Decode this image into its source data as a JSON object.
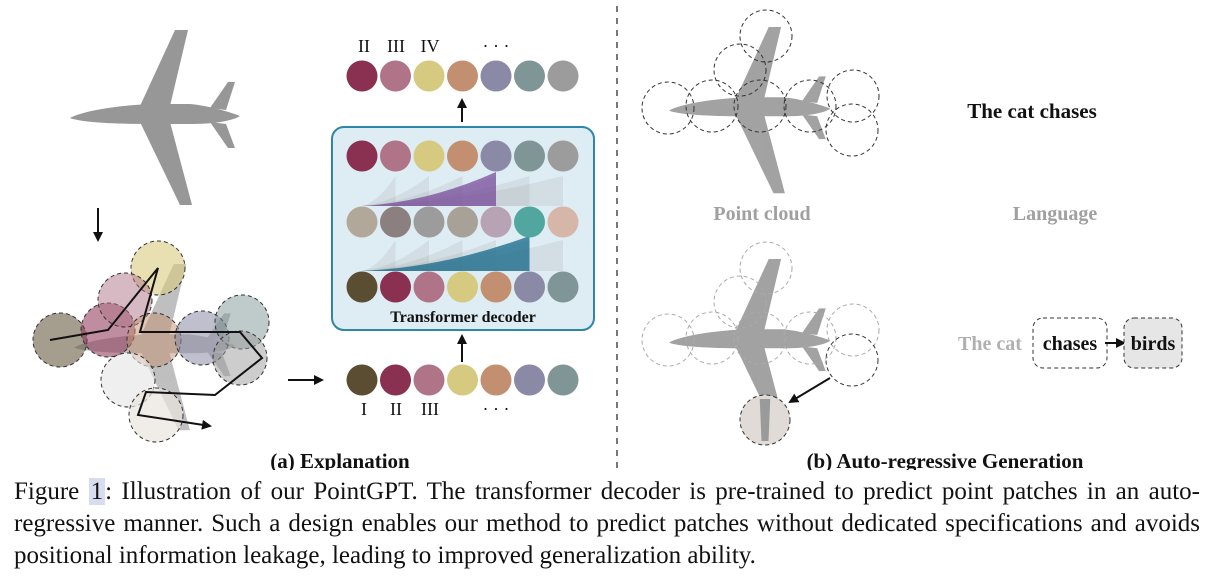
{
  "panel_a": {
    "caption": "(a) Explanation",
    "decoder_label": "Transformer decoder",
    "top_labels": [
      "II",
      "III",
      "IV",
      "· · ·"
    ],
    "bottom_labels": [
      "I",
      "II",
      "III",
      "· · ·"
    ],
    "row_colors": {
      "output": [
        "#8a3050",
        "#b07488",
        "#d6c980",
        "#c29070",
        "#8b8aa6",
        "#7f9596",
        "#9c9c9c"
      ],
      "hidden_top": [
        "#8a3050",
        "#b07488",
        "#d6c980",
        "#c29070",
        "#8b8aa6",
        "#7f9596",
        "#9c9c9c"
      ],
      "hidden_mid": [
        "#b2a89a",
        "#8b7f7f",
        "#9c9c9c",
        "#a7a198",
        "#b7a3b3",
        "#52a6a0",
        "#d6b6a9"
      ],
      "hidden_bottom": [
        "#5b4d32",
        "#8a3050",
        "#b07488",
        "#d6c980",
        "#c29070",
        "#8b8aa6",
        "#7f9596"
      ],
      "input": [
        "#5b4d32",
        "#8a3050",
        "#b07488",
        "#d6c980",
        "#c29070",
        "#8b8aa6",
        "#7f9596"
      ]
    },
    "attention_colors": [
      "#7a4d9c",
      "#1f6f8f"
    ],
    "decoder_fill": "#deedf3",
    "decoder_border": "#2f86a8"
  },
  "panel_b": {
    "caption": "(b) Auto-regressive Generation",
    "point_cloud_label": "Point cloud",
    "language_label": "Language",
    "sentence_top": "The cat chases",
    "sentence_prefix": "The cat",
    "word_1": "chases",
    "word_2": "birds"
  },
  "caption": {
    "prefix": "Figure ",
    "number": "1",
    "text": ":  Illustration of our PointGPT. The transformer decoder is pre-trained to predict point patches in an auto-regressive manner. Such a design enables our method to predict patches without dedicated specifications and avoids positional information leakage, leading to improved generalization ability."
  }
}
